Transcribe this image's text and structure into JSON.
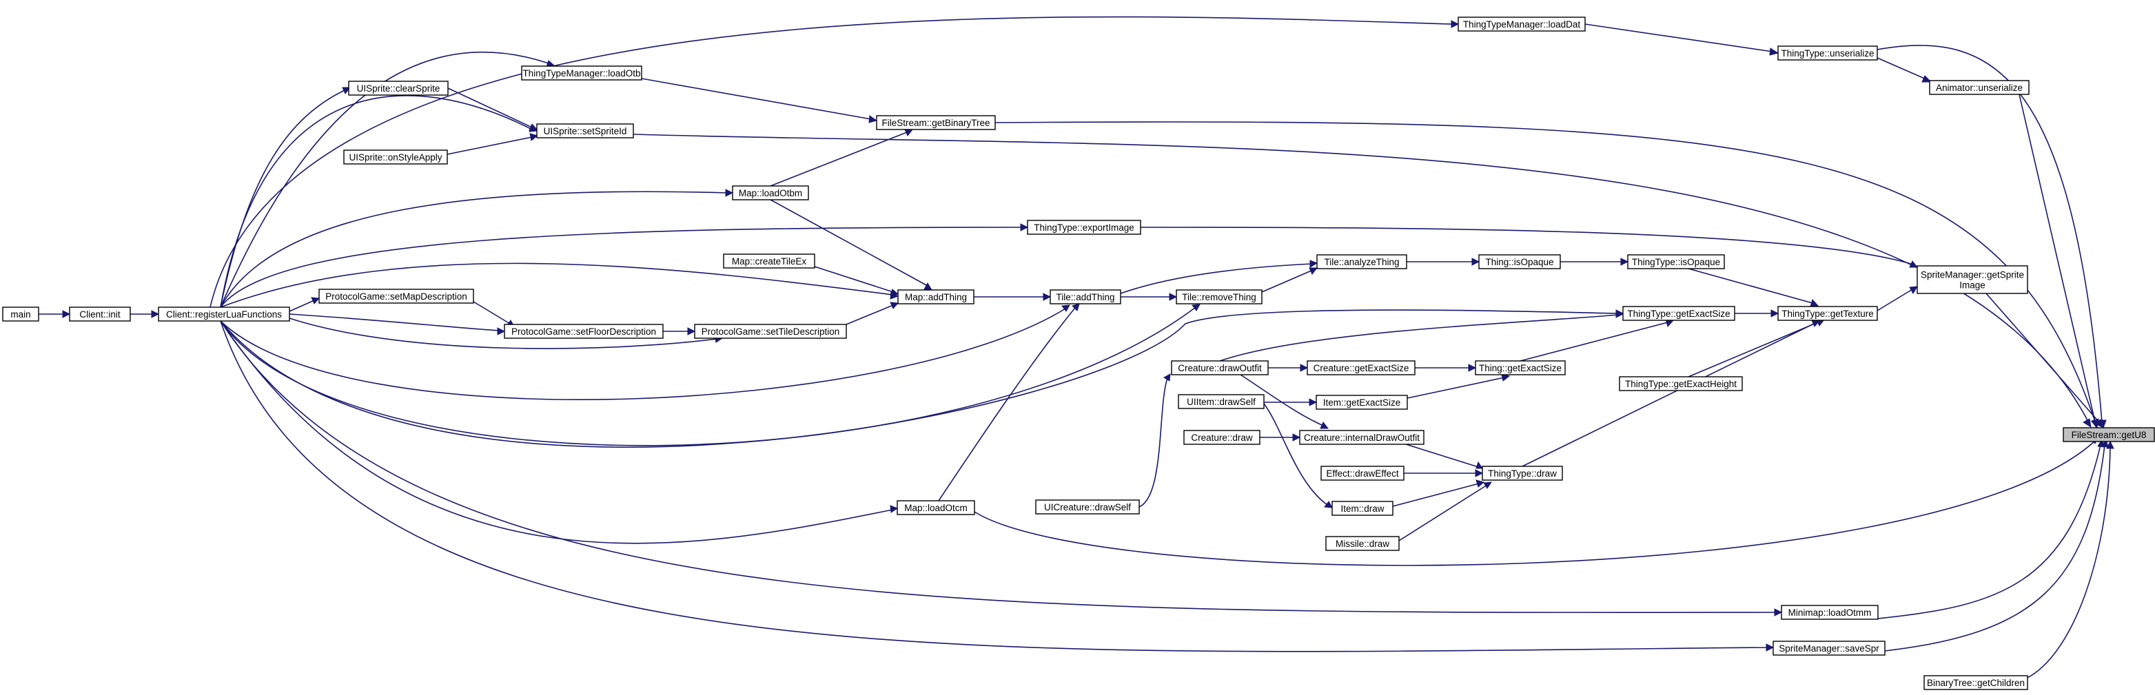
{
  "title": "",
  "colors": {
    "edge": "#191970",
    "node_border": "#000000",
    "node_fill": "#ffffff",
    "highlight_fill": "#bfbfbf"
  },
  "nodes": {
    "getU8": [
      "FileStream::getU8"
    ],
    "main": [
      "main"
    ],
    "clientInit": [
      "Client::init"
    ],
    "registerLua": [
      "Client::registerLuaFunctions"
    ],
    "loadDat": [
      "ThingTypeManager::loadDat"
    ],
    "ttUnserialize": [
      "ThingType::unserialize"
    ],
    "animUnserialize": [
      "Animator::unserialize"
    ],
    "loadOtb": [
      "ThingTypeManager::loadOtb"
    ],
    "clearSprite": [
      "UISprite::clearSprite"
    ],
    "setSpriteId": [
      "UISprite::setSpriteId"
    ],
    "onStyleApply": [
      "UISprite::onStyleApply"
    ],
    "getBinaryTree": [
      "FileStream::getBinaryTree"
    ],
    "loadOtbm": [
      "Map::loadOtbm"
    ],
    "exportImage": [
      "ThingType::exportImage"
    ],
    "getSpriteImage": [
      "SpriteManager::getSprite",
      "Image"
    ],
    "createTileEx": [
      "Map::createTileEx"
    ],
    "addThing": [
      "Map::addThing"
    ],
    "tileAddThing": [
      "Tile::addThing"
    ],
    "tileRemoveThing": [
      "Tile::removeThing"
    ],
    "analyzeThing": [
      "Tile::analyzeThing"
    ],
    "thingIsOpaque": [
      "Thing::isOpaque"
    ],
    "ttIsOpaque": [
      "ThingType::isOpaque"
    ],
    "ttGetTexture": [
      "ThingType::getTexture"
    ],
    "ttGetExactSize": [
      "ThingType::getExactSize"
    ],
    "ttGetExactHeight": [
      "ThingType::getExactHeight"
    ],
    "setMapDesc": [
      "ProtocolGame::setMapDescription"
    ],
    "setFloorDesc": [
      "ProtocolGame::setFloorDescription"
    ],
    "setTileDesc": [
      "ProtocolGame::setTileDescription"
    ],
    "creatureDrawOutfit": [
      "Creature::drawOutfit"
    ],
    "creatureGetExactSize": [
      "Creature::getExactSize"
    ],
    "thingGetExactSize": [
      "Thing::getExactSize"
    ],
    "uiItemDrawSelf": [
      "UIItem::drawSelf"
    ],
    "itemGetExactSize": [
      "Item::getExactSize"
    ],
    "creatureDraw": [
      "Creature::draw"
    ],
    "internalDrawOutfit": [
      "Creature::internalDrawOutfit"
    ],
    "effectDraw": [
      "Effect::drawEffect"
    ],
    "ttDraw": [
      "ThingType::draw"
    ],
    "uiCreatureDrawSelf": [
      "UICreature::drawSelf"
    ],
    "itemDraw": [
      "Item::draw"
    ],
    "missileDraw": [
      "Missile::draw"
    ],
    "loadOtcm": [
      "Map::loadOtcm"
    ],
    "loadOtmm": [
      "Minimap::loadOtmm"
    ],
    "saveSpr": [
      "SpriteManager::saveSpr"
    ],
    "getChildren": [
      "BinaryTree::getChildren"
    ]
  }
}
